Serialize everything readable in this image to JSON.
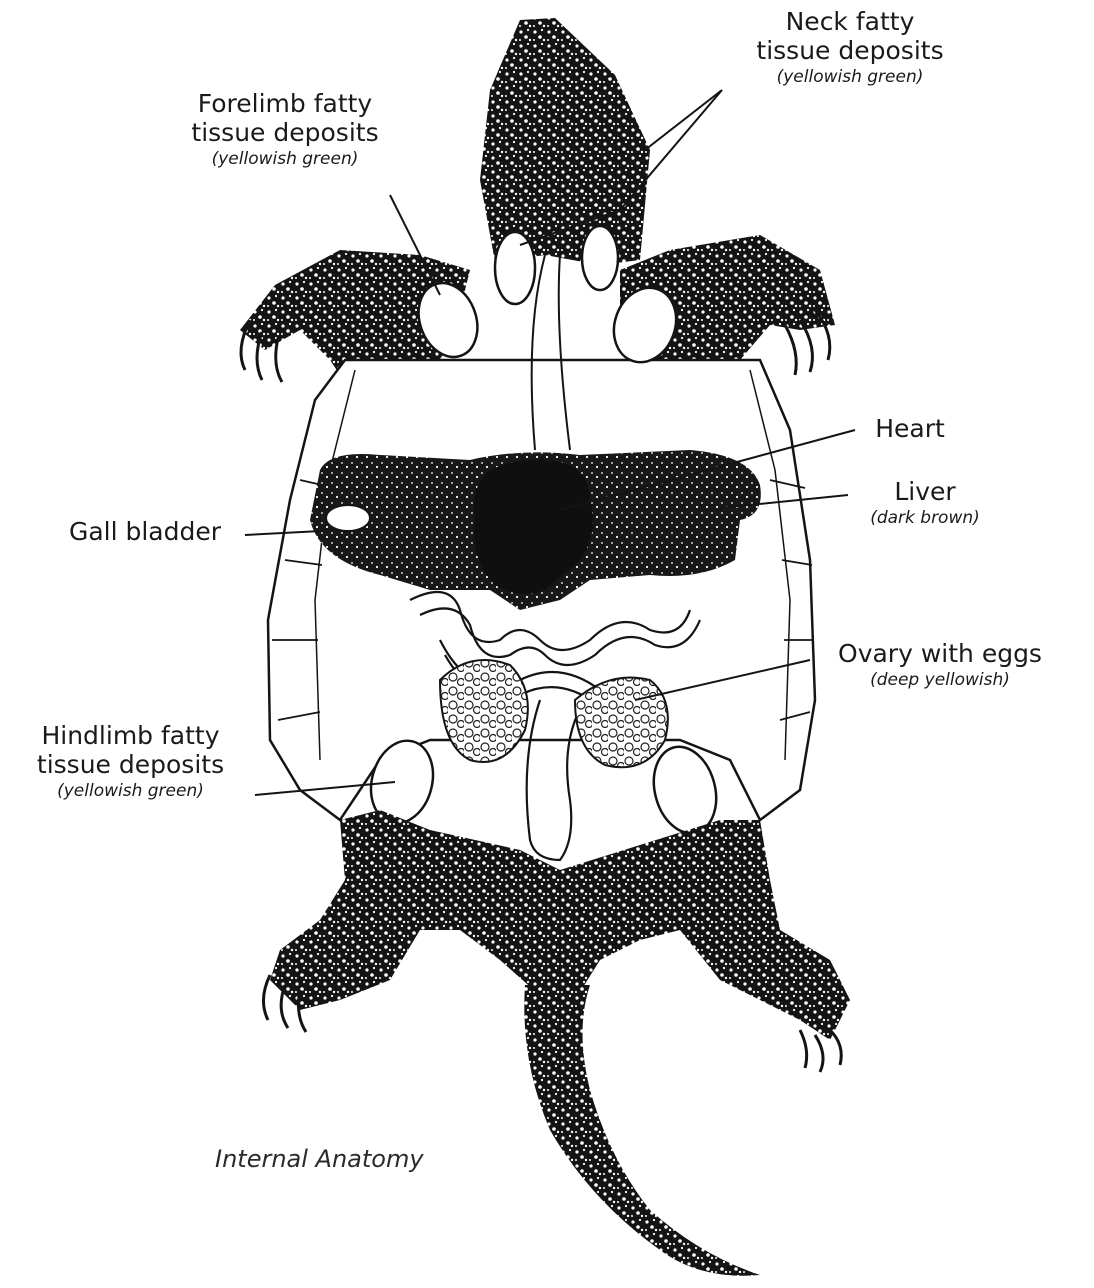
{
  "caption": "Internal Anatomy",
  "labels": {
    "neck": {
      "line1": "Neck fatty",
      "line2": "tissue deposits",
      "note": "(yellowish green)"
    },
    "forelimb": {
      "line1": "Forelimb fatty",
      "line2": "tissue deposits",
      "note": "(yellowish green)"
    },
    "heart": {
      "line1": "Heart"
    },
    "liver": {
      "line1": "Liver",
      "note": "(dark brown)"
    },
    "gall": {
      "line1": "Gall bladder"
    },
    "ovary": {
      "line1": "Ovary with eggs",
      "note": "(deep yellowish)"
    },
    "hindlimb": {
      "line1": "Hindlimb fatty",
      "line2": "tissue deposits",
      "note": "(yellowish green)"
    }
  },
  "colors": {
    "ink": "#141414",
    "paper": "#ffffff"
  }
}
